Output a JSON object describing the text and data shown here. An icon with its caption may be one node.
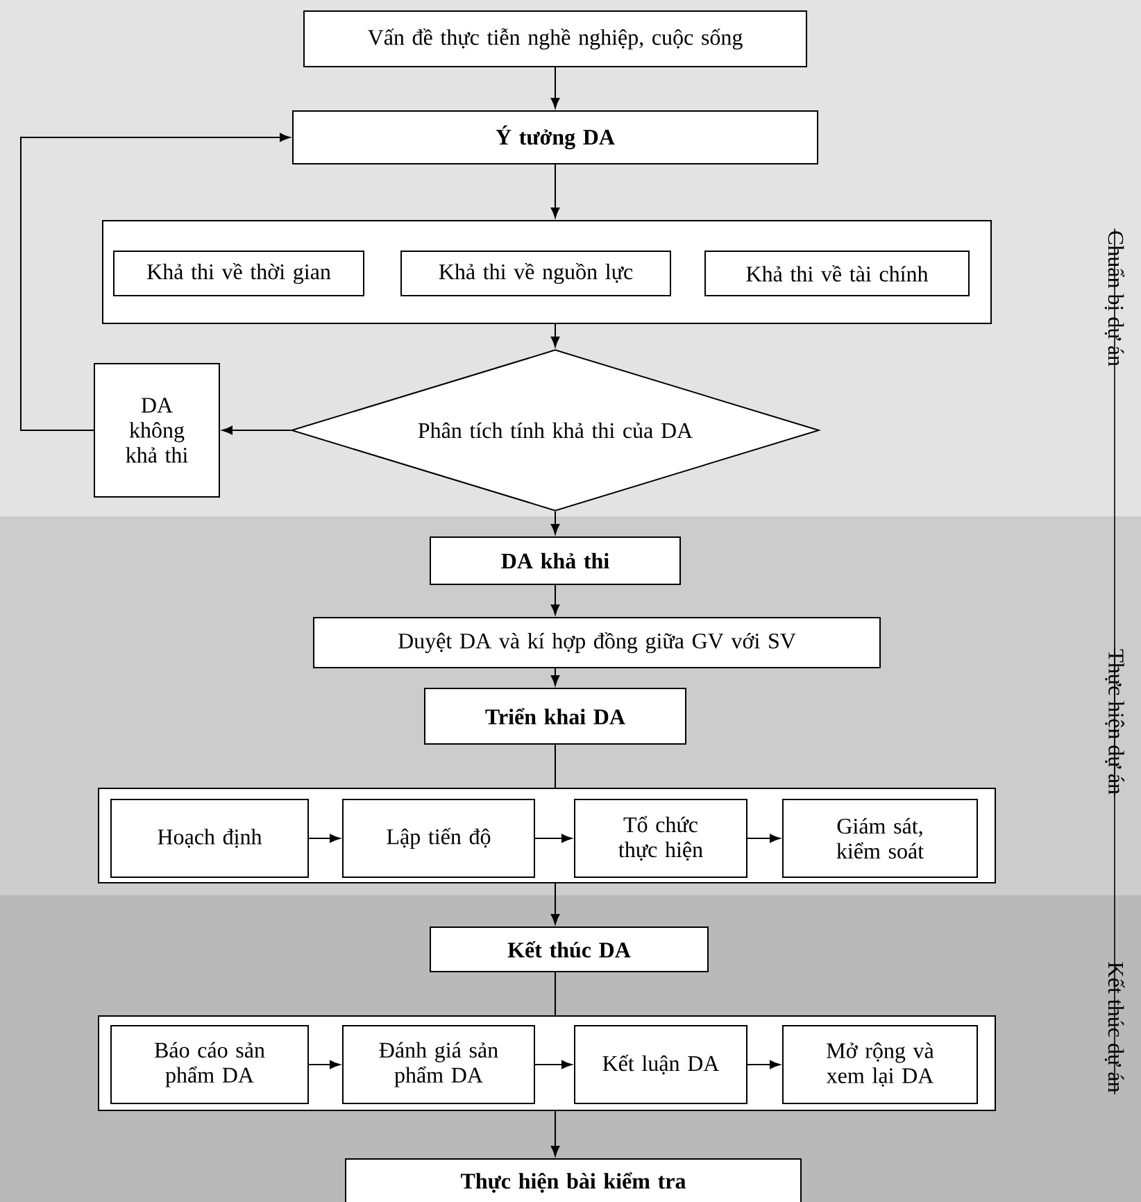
{
  "diagram": {
    "nodes": [
      {
        "text": [
          "Vấn đề thực tiễn nghề nghiệp, cuộc sống"
        ]
      },
      {
        "text": [
          "Ý tưởng DA"
        ]
      },
      {
        "text": [],
        "shape": "box"
      },
      {
        "text": [
          "Khả thi về thời gian"
        ],
        "in": 2
      },
      {
        "text": [
          "Khả thi về nguồn lực"
        ],
        "in": 2
      },
      {
        "text": [
          "Khả thi về tài chính"
        ],
        "in": 2
      },
      {
        "text": [
          "Phân tích tính khả thi của DA"
        ]
      },
      {
        "text": [
          "DA không khả thi"
        ]
      },
      {
        "text": [
          "DA khả thi"
        ]
      },
      {
        "text": [
          "Duyệt DA và kí hợp đồng giữa GV với SV"
        ]
      },
      {
        "text": [
          "Triển khai DA"
        ]
      },
      {
        "text": [],
        "shape": "box"
      },
      {
        "text": [
          "Hoạch định"
        ],
        "in": 11
      },
      {
        "text": [
          "Lập tiến độ"
        ],
        "in": 11
      },
      {
        "text": [
          "Tổ chức thực hiện"
        ],
        "in": 11
      },
      {
        "text": [
          "Giám sát, kiểm soát"
        ],
        "in": 11
      },
      {
        "text": [
          "Kết thúc DA"
        ]
      },
      {
        "text": [],
        "shape": "box"
      },
      {
        "text": [
          "Báo cáo sản phẩm DA"
        ],
        "in": 17
      },
      {
        "text": [
          "Đánh giá sản phẩm DA"
        ],
        "in": 17
      },
      {
        "text": [
          "Kết luận DA"
        ],
        "in": 17
      },
      {
        "text": [
          "Mở rộng và xem lại DA"
        ],
        "in": 17
      },
      {
        "text": [
          "Thực hiện bài kiểm tra"
        ]
      }
    ],
    "edges": [
      {
        "from": 0,
        "to": 1,
        "arrow": "to"
      },
      {
        "from": 1,
        "to": 2,
        "arrow": "to"
      },
      {
        "from": 2,
        "to": 6,
        "arrow": "to"
      },
      {
        "from": 6,
        "to": 7,
        "arrow": "to"
      },
      {
        "from": 7,
        "to": 1,
        "arrow": "to"
      },
      {
        "from": 6,
        "to": 8,
        "arrow": "to"
      },
      {
        "from": 8,
        "to": 9,
        "arrow": "to"
      },
      {
        "from": 9,
        "to": 10,
        "arrow": "to"
      },
      {
        "from": 10,
        "to": 11,
        "arrow": "none"
      },
      {
        "from": 12,
        "to": 13,
        "arrow": "to"
      },
      {
        "from": 13,
        "to": 14,
        "arrow": "to"
      },
      {
        "from": 14,
        "to": 15,
        "arrow": "to"
      },
      {
        "from": 11,
        "to": 16,
        "arrow": "to"
      },
      {
        "from": 16,
        "to": 17,
        "arrow": "none"
      },
      {
        "from": 18,
        "to": 19,
        "arrow": "to"
      },
      {
        "from": 19,
        "to": 20,
        "arrow": "to"
      },
      {
        "from": 20,
        "to": 21,
        "arrow": "to"
      },
      {
        "from": 17,
        "to": 22,
        "arrow": "to"
      }
    ],
    "labels": [
      "Chuẩn bị dự án",
      "Thực hiện dự án",
      "Kết thúc dự án"
    ]
  }
}
